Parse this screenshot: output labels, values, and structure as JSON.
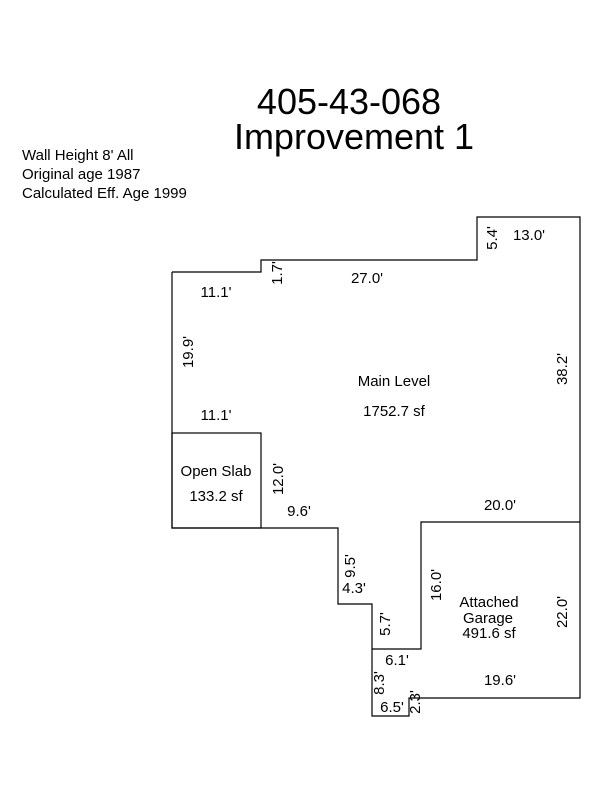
{
  "header": {
    "parcel_id": "405-43-068",
    "improvement": "Improvement 1"
  },
  "info": {
    "wall_height": "Wall Height 8' All",
    "original_age": "Original age 1987",
    "eff_age": "Calculated Eff. Age 1999"
  },
  "areas": {
    "main": {
      "name": "Main Level",
      "size": "1752.7 sf"
    },
    "slab": {
      "name": "Open Slab",
      "size": "133.2 sf"
    },
    "garage": {
      "name_line1": "Attached",
      "name_line2": "Garage",
      "size": "491.6 sf"
    }
  },
  "dimensions": {
    "d_5_4": "5.4'",
    "d_13_0": "13.0'",
    "d_1_7": "1.7'",
    "d_27_0": "27.0'",
    "d_11_1_top": "11.1'",
    "d_19_9": "19.9'",
    "d_38_2": "38.2'",
    "d_11_1_bottom": "11.1'",
    "d_12_0": "12.0'",
    "d_9_6": "9.6'",
    "d_20_0": "20.0'",
    "d_9_5": "9.5'",
    "d_4_3": "4.3'",
    "d_16_0": "16.0'",
    "d_22_0": "22.0'",
    "d_5_7": "5.7'",
    "d_6_1": "6.1'",
    "d_8_3": "8.3'",
    "d_19_6": "19.6'",
    "d_2_3": "2.3'",
    "d_6_5": "6.5'"
  }
}
